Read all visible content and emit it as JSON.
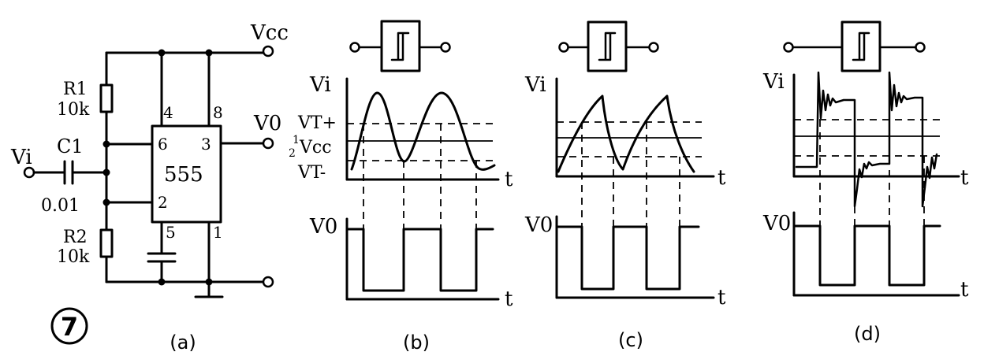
{
  "figure_number": "7",
  "panel_a": {
    "caption": "(a)",
    "vcc": "Vcc",
    "vi": "Vi",
    "vo": "V0",
    "r1_name": "R1",
    "r1_value": "10k",
    "r2_name": "R2",
    "r2_value": "10k",
    "c1_name": "C1",
    "c1_value": "0.01",
    "ic": "555",
    "pins": [
      "4",
      "8",
      "6",
      "3",
      "2",
      "5",
      "1"
    ]
  },
  "panel_b": {
    "caption": "(b)",
    "vi": "Vi",
    "vt_plus": "VT+",
    "half": "1",
    "half_den": "2",
    "half_vcc": "Vcc",
    "vt_minus": "VT-",
    "vo": "V0",
    "t1": "t",
    "t2": "t"
  },
  "panel_c": {
    "caption": "(c)",
    "vi": "Vi",
    "vo": "V0",
    "t1": "t",
    "t2": "t"
  },
  "panel_d": {
    "caption": "(d)",
    "vi": "Vi",
    "vo": "V0",
    "t1": "t",
    "t2": "t"
  }
}
